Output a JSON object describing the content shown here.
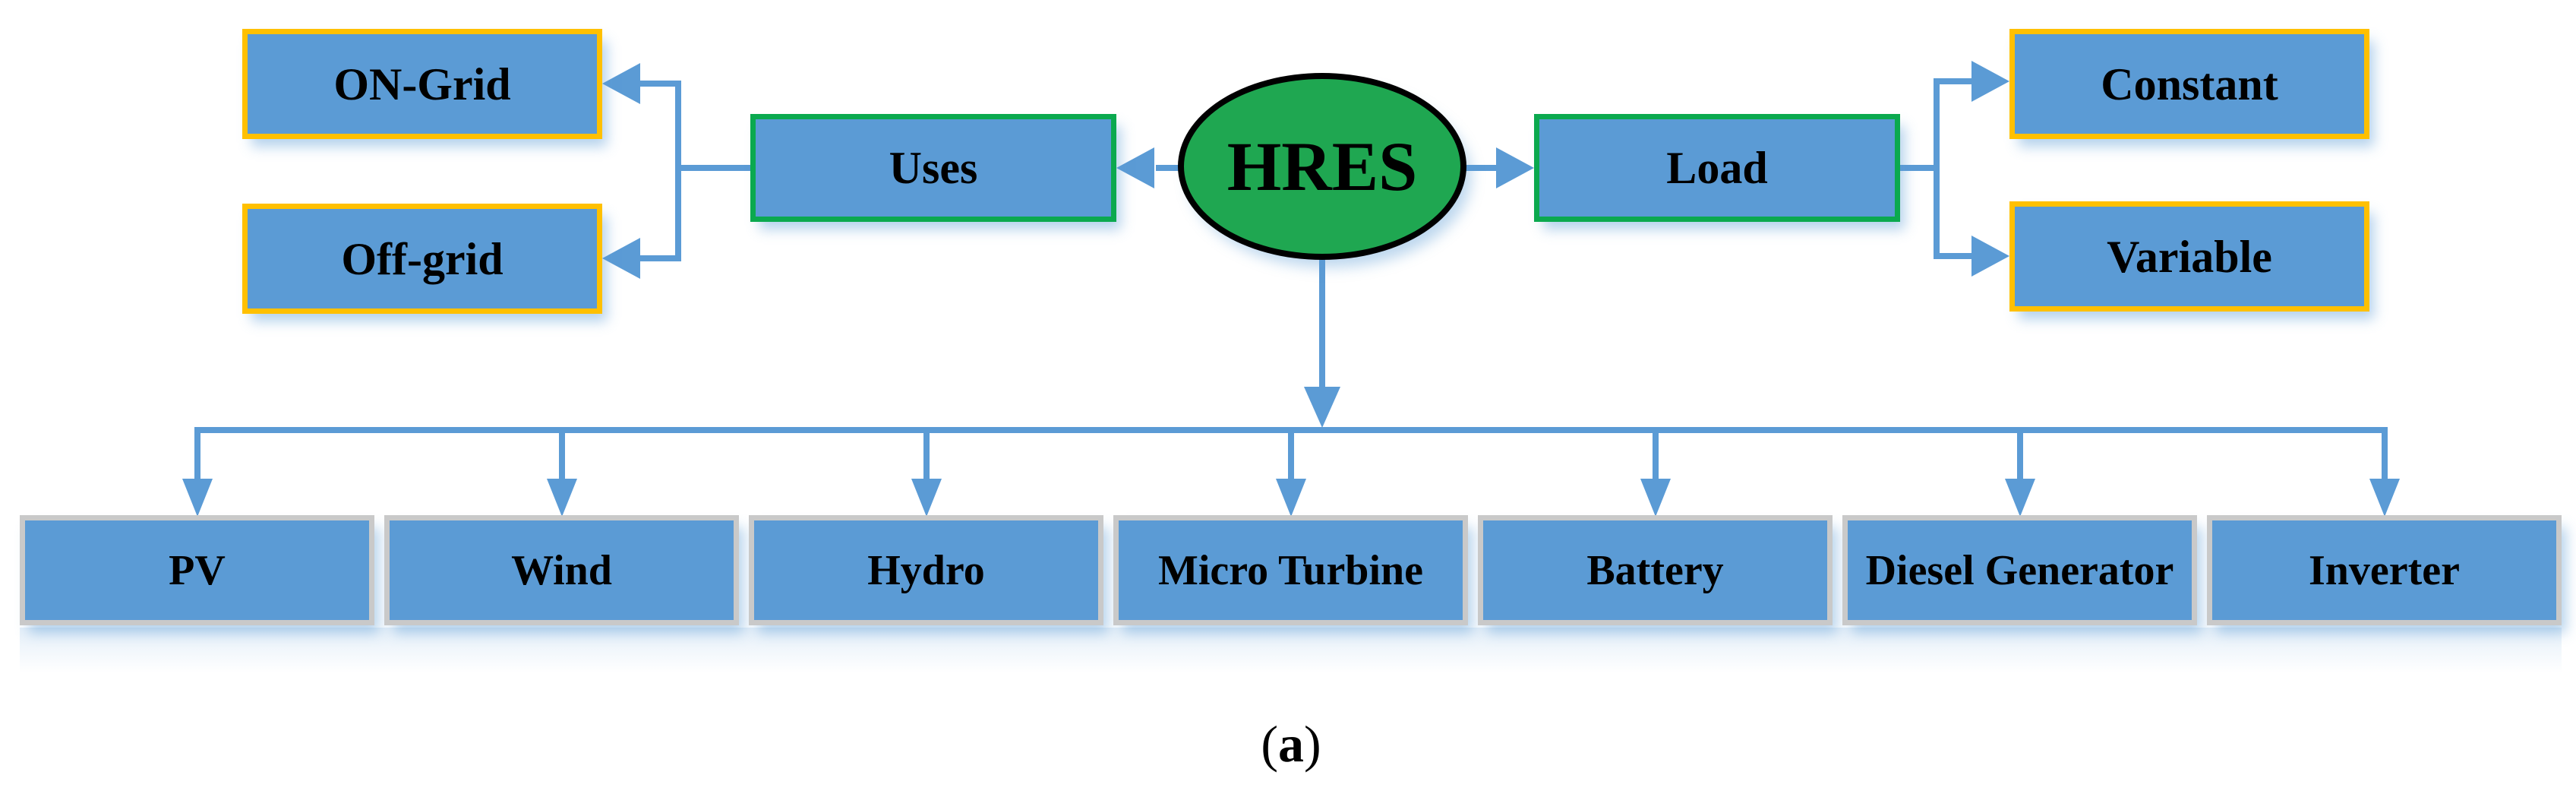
{
  "figure": {
    "root": {
      "label": "HRES"
    },
    "uses_branch": {
      "hub": {
        "label": "Uses"
      },
      "children": [
        {
          "label": "ON-Grid"
        },
        {
          "label": "Off-grid"
        }
      ]
    },
    "load_branch": {
      "hub": {
        "label": "Load"
      },
      "children": [
        {
          "label": "Constant"
        },
        {
          "label": "Variable"
        }
      ]
    },
    "components": [
      {
        "label": "PV"
      },
      {
        "label": "Wind"
      },
      {
        "label": "Hydro"
      },
      {
        "label": "Micro Turbine"
      },
      {
        "label": "Battery"
      },
      {
        "label": "Diesel Generator"
      },
      {
        "label": "Inverter"
      }
    ],
    "caption": {
      "open": "(",
      "letter": "a",
      "close": ")"
    }
  },
  "colors": {
    "node_fill": "#5B9BD5",
    "connector": "#5B9BD5",
    "ellipse_fill": "#1FA751",
    "ellipse_border": "#000000",
    "hub_border": "#0BA94F",
    "leaf_border": "#FFC000",
    "component_border": "#C9C9C9",
    "text": "#000000",
    "background": "#FFFFFF"
  }
}
